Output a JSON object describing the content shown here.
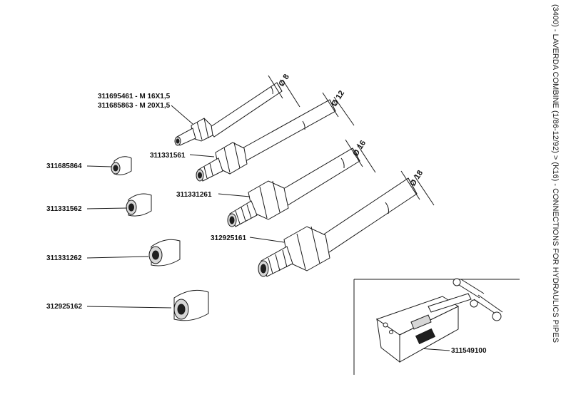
{
  "title": "(3400) - LAVERDA COMBINE (1/86-12/92) > (K16) - CONNECTIONS FOR HYDRAULICS PIPES",
  "callouts": {
    "top_line1": "311695461 - M 16X1,5",
    "top_line2": "311685863 - M 20X1,5",
    "adapter_1": "311331561",
    "adapter_2": "311331261",
    "adapter_3": "312925161",
    "nut_1": "311685864",
    "nut_2": "311331562",
    "nut_3": "311331262",
    "nut_4": "312925162",
    "tool": "311549100"
  },
  "dimensions": {
    "d8": "Ø 8",
    "d12": "Ø 12",
    "d16": "Ø 16",
    "d18": "Ø 18"
  }
}
